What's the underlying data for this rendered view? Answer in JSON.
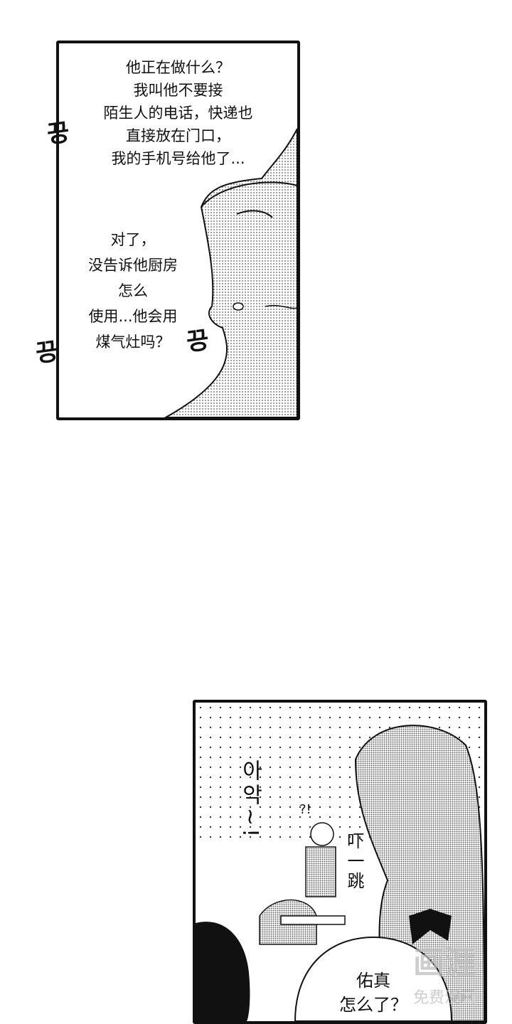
{
  "panel1": {
    "thought_1": [
      "他正在做什么？",
      "我叫他不要接",
      "陌生人的电话，快递也",
      "直接放在门口，",
      "我的手机号给他了..."
    ],
    "thought_2": [
      "对了，",
      "没告诉他厨房",
      "怎么",
      "使用...他会用",
      "煤气灶吗？"
    ],
    "sfx": [
      "끙",
      "끙",
      "끙"
    ]
  },
  "panel2": {
    "sfx_scream": "아악~!",
    "sfx_question": "?!",
    "sfx_startled": "吓一跳",
    "bubble": [
      "佑真",
      "怎么了？"
    ]
  },
  "watermark": {
    "logo": "画涯",
    "caption": "免费漫画"
  }
}
